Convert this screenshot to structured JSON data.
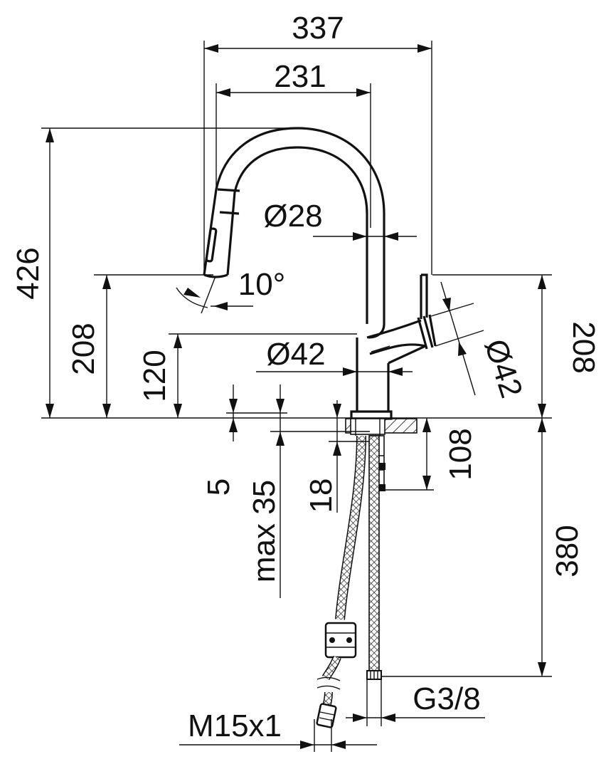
{
  "drawing": {
    "dimensions": {
      "overall_reach": "337",
      "spout_reach": "231",
      "total_height": "426",
      "spray_height_left": "208",
      "lever_height_right": "208",
      "body_height": "120",
      "spout_diameter": "Ø28",
      "body_diameter": "Ø42",
      "lever_diameter": "Ø42",
      "spray_angle": "10°",
      "washer_thickness": "5",
      "max_deck_thickness": "max 35",
      "shank_depth": "18",
      "shank_length": "108",
      "hose_length": "380",
      "spray_thread": "M15x1",
      "supply_thread": "G3/8"
    },
    "colors": {
      "ink": "#111111",
      "paper": "#ffffff"
    }
  }
}
